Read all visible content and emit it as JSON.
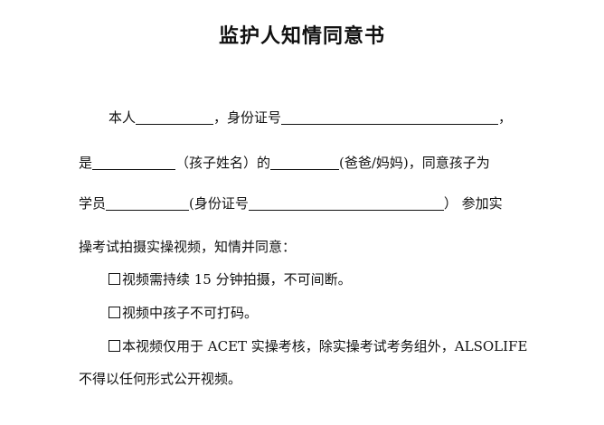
{
  "title": "监护人知情同意书",
  "para1": {
    "prefix": "本人",
    "mid": "，身份证号",
    "suffix": "，"
  },
  "para2": {
    "prefix": "是",
    "mid": "（孩子姓名）的",
    "suffix": "(爸爸/妈妈)，同意孩子为"
  },
  "para3": {
    "prefix": "学员",
    "mid": "(身份证号",
    "suffix": "） 参加实"
  },
  "para4": {
    "text": "操考试拍摄实操视频，知情并同意："
  },
  "items": [
    "视频需持续 15 分钟拍摄，不可间断。",
    "视频中孩子不可打码。",
    "本视频仅用于 ACET 实操考核，除实操考试考务组外，ALSOLIFE"
  ],
  "item3_cont": "不得以任何形式公开视频。"
}
